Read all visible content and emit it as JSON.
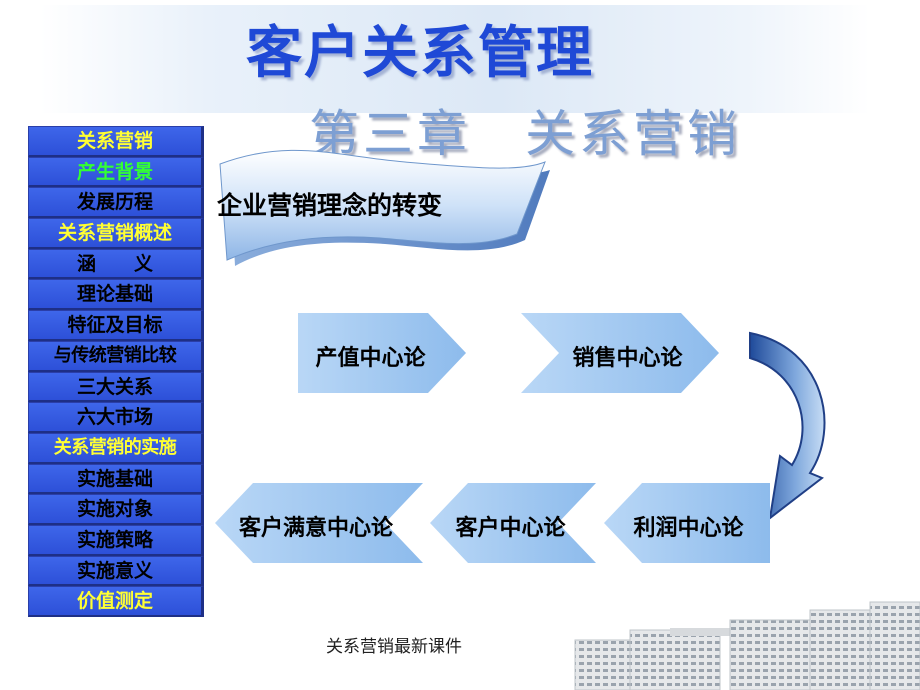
{
  "title": "客户关系管理",
  "chapter": "第三章　关系营销",
  "sidebar": {
    "items": [
      {
        "label": "关系营销",
        "style": "yellow"
      },
      {
        "label": "产生背景",
        "style": "green"
      },
      {
        "label": "发展历程",
        "style": "black"
      },
      {
        "label": "关系营销概述",
        "style": "yellow"
      },
      {
        "label": "涵　　义",
        "style": "black"
      },
      {
        "label": "理论基础",
        "style": "black"
      },
      {
        "label": "特征及目标",
        "style": "black"
      },
      {
        "label": "与传统营销比较",
        "style": "black"
      },
      {
        "label": "三大关系",
        "style": "black"
      },
      {
        "label": "六大市场",
        "style": "black"
      },
      {
        "label": "关系营销的实施",
        "style": "yellow"
      },
      {
        "label": "实施基础",
        "style": "black"
      },
      {
        "label": "实施对象",
        "style": "black"
      },
      {
        "label": "实施策略",
        "style": "black"
      },
      {
        "label": "实施意义",
        "style": "black"
      },
      {
        "label": "价值测定",
        "style": "yellow"
      }
    ]
  },
  "banner": {
    "text": "企业营销理念的转变"
  },
  "flow": {
    "row1": [
      "产值中心论",
      "销售中心论"
    ],
    "row2": [
      "利润中心论",
      "客户中心论",
      "客户满意中心论"
    ]
  },
  "footer": "关系营销最新课件",
  "colors": {
    "title": "#1f49d6",
    "sidebar": "#2d50d8",
    "highlight_yellow": "#ffff33",
    "highlight_green": "#33ff33",
    "chevron": "#9cc4ef"
  }
}
